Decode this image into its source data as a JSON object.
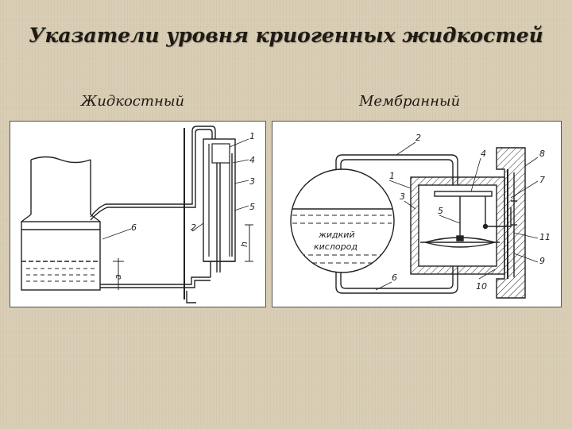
{
  "title": "Указатели уровня криогенных жидкостей",
  "left_diagram": {
    "caption": "Жидкостный",
    "labels": [
      "1",
      "2",
      "3",
      "4",
      "5",
      "6"
    ],
    "dim_a": "a",
    "dim_h": "h"
  },
  "right_diagram": {
    "caption": "Мембранный",
    "labels": [
      "1",
      "2",
      "3",
      "4",
      "5",
      "6",
      "7",
      "8",
      "9",
      "10",
      "11"
    ],
    "liquid_line1": "жидкий",
    "liquid_line2": "кислород"
  }
}
